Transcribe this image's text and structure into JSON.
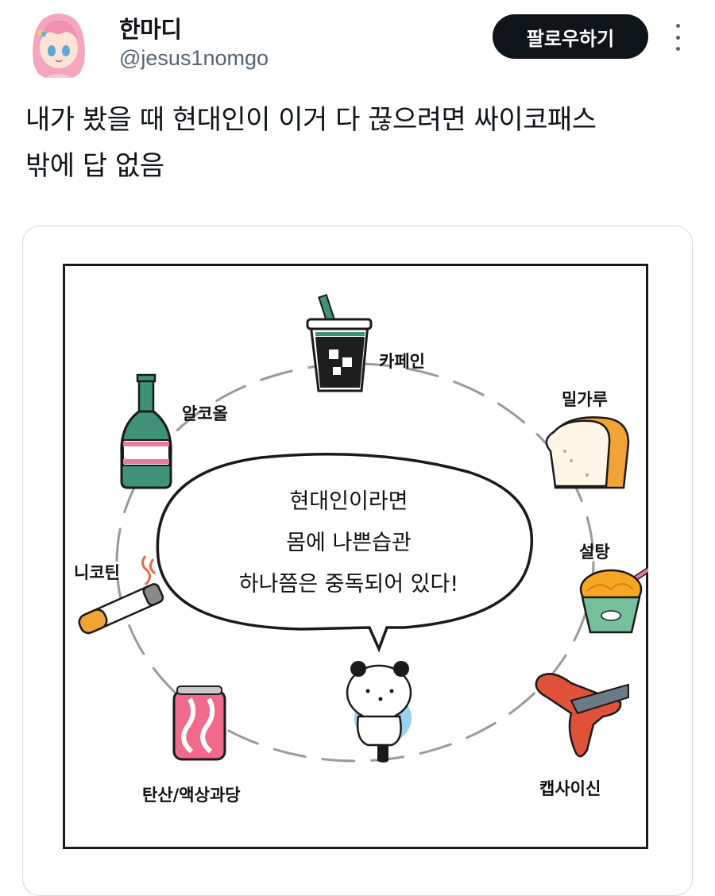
{
  "user": {
    "display_name": "한마디",
    "handle": "@jesus1nomgo"
  },
  "actions": {
    "follow_label": "팔로우하기"
  },
  "tweet": {
    "line1": "내가 봤을 때 현대인이 이거 다 끊으려면 싸이코패스",
    "line2": "밖에 답 없음"
  },
  "comic": {
    "bubble_line1": "현대인이라면",
    "bubble_line2": "몸에 나쁜습관",
    "bubble_line3": "하나쯤은 중독되어 있다!",
    "items": {
      "caffeine": "카페인",
      "flour": "밀가루",
      "sugar": "설탕",
      "capsaicin": "캡사이신",
      "soda": "탄산/액상과당",
      "nicotine": "니코틴",
      "alcohol": "알코올"
    }
  },
  "colors": {
    "follow_bg": "#0f1419",
    "handle": "#536471",
    "bottle": "#3f9278",
    "bread_crust": "#f2a336",
    "soda_can": "#f06a8c"
  }
}
